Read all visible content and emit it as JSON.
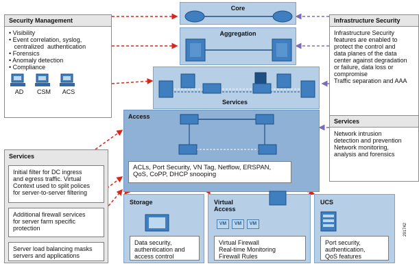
{
  "security_management": {
    "title": "Security Management",
    "items": [
      "• Visibility",
      "• Event correlation, syslog,",
      "   centralized  authentication",
      "• Forensics",
      "• Anomaly detection",
      "• Compliance"
    ],
    "icons": [
      {
        "label": "AD",
        "icon": "pc-icon"
      },
      {
        "label": "CSM",
        "icon": "pc-icon"
      },
      {
        "label": "ACS",
        "icon": "pc-icon"
      }
    ]
  },
  "infrastructure_security": {
    "title": "Infrastructure Security",
    "lines": [
      "Infrastructure Security",
      "features are enabled to",
      "protect the control and",
      "data planes of the data",
      "center against degradation",
      "or failure, data loss or",
      "compromise",
      "Traffic separation and AAA"
    ]
  },
  "services_right": {
    "title": "Services",
    "lines": [
      "Network intrusion",
      "detection and prevention",
      "Network monitoring,",
      "analysis and forensics"
    ]
  },
  "services_left": {
    "title": "Services",
    "box1": [
      "Initial filter for DC ingress",
      "and egress traffic. Virtual",
      "Context used to split polices",
      "for server-to-server filtering"
    ],
    "box2": [
      "Additional firewall services",
      "for server farm specific",
      "protection"
    ],
    "box3": [
      "Server load balancing masks",
      "servers and applications"
    ]
  },
  "center": {
    "core": "Core",
    "aggregation": "Aggregation",
    "services": "Services",
    "access": "Access",
    "features": [
      "ACLs, Port Security, VN Tag, Netflow, ERSPAN,",
      "QoS, CoPP, DHCP snooping"
    ]
  },
  "storage": {
    "title": "Storage",
    "lines": [
      "Data security,",
      "authentication and",
      "access control"
    ]
  },
  "virtual_access": {
    "title": [
      "Virtual",
      "Access"
    ],
    "vm_label": "VM",
    "lines": [
      "Virtual Firewall",
      "Real-time Monitoring",
      "Firewall Rules"
    ]
  },
  "ucs": {
    "title": "UCS",
    "lines": [
      "Port security,",
      "authentication,",
      "QoS features"
    ]
  },
  "figure_id": "291742",
  "colors": {
    "arrow_red": "#d9261c",
    "arrow_purple": "#7d6bb8",
    "blue_bg": "#b7cfe6",
    "device_blue": "#3f7fbf"
  }
}
